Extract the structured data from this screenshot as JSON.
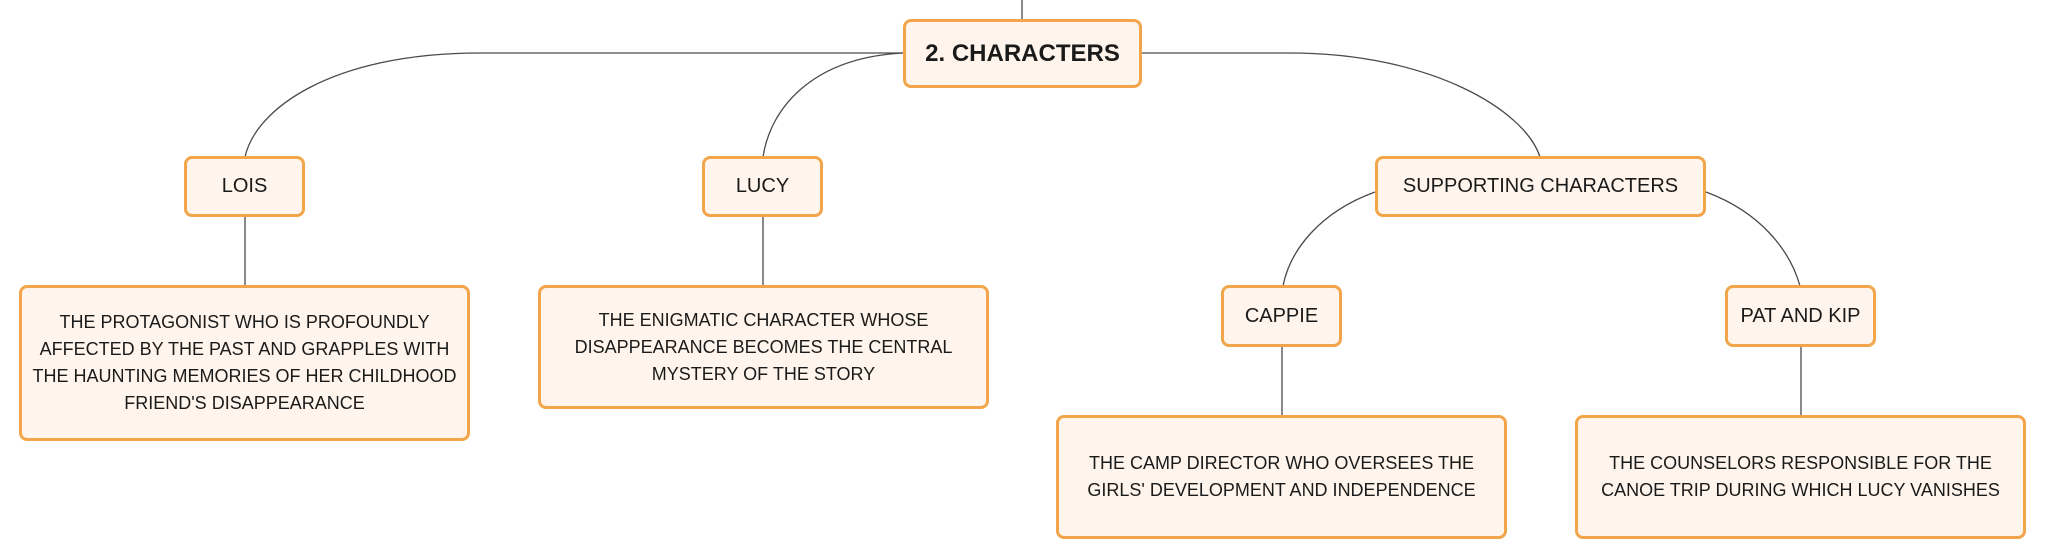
{
  "colors": {
    "node_border": "#f2a54a",
    "node_fill": "#fff5ec",
    "connector": "#4a4a4a",
    "text": "#1a1a1a"
  },
  "root": {
    "label": "2. CHARACTERS"
  },
  "characters": {
    "lois": {
      "label": "LOIS",
      "description": "THE PROTAGONIST WHO IS PROFOUNDLY AFFECTED BY THE PAST AND GRAPPLES WITH THE HAUNTING MEMORIES OF HER CHILDHOOD FRIEND'S DISAPPEARANCE"
    },
    "lucy": {
      "label": "LUCY",
      "description": "THE ENIGMATIC CHARACTER WHOSE DISAPPEARANCE BECOMES THE CENTRAL MYSTERY OF THE STORY"
    },
    "supporting": {
      "label": "SUPPORTING CHARACTERS",
      "cappie": {
        "label": "CAPPIE",
        "description": "THE CAMP DIRECTOR WHO OVERSEES THE GIRLS' DEVELOPMENT AND INDEPENDENCE"
      },
      "pat_and_kip": {
        "label": "PAT AND KIP",
        "description": "THE COUNSELORS RESPONSIBLE FOR THE CANOE TRIP DURING WHICH LUCY VANISHES"
      }
    }
  }
}
